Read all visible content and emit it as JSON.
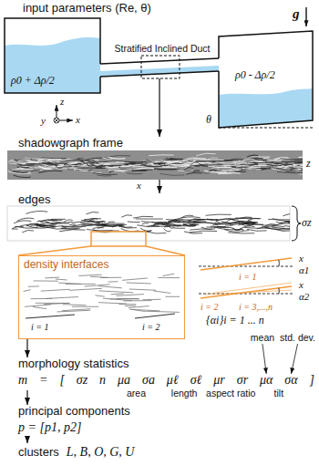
{
  "diagram": {
    "nodes": [
      {
        "text": [
          "input parameters (Re, θ)"
        ]
      },
      {
        "text": [
          "shadowgraph frame"
        ]
      },
      {
        "text": [
          "edges"
        ]
      },
      {
        "text": [
          "density interfaces"
        ]
      },
      {
        "text": [
          "morphology statistics",
          "m = [ σz n μa σa μℓ σℓ μr σr μα σα ]"
        ]
      },
      {
        "text": [
          "principal components",
          "p = [p1, p2]"
        ]
      },
      {
        "text": [
          "clusters",
          "L, B, O, G, U"
        ]
      }
    ],
    "edges": [
      {
        "from": 0,
        "to": 1,
        "arrow": "to"
      },
      {
        "from": 1,
        "to": 2,
        "arrow": "to"
      },
      {
        "from": 2,
        "to": 3,
        "arrow": "none"
      },
      {
        "from": 3,
        "to": 4,
        "arrow": "to"
      },
      {
        "from": 4,
        "to": 5,
        "arrow": "to"
      },
      {
        "from": 5,
        "to": 6,
        "arrow": "to"
      }
    ],
    "labels": [
      "Stratified Inclined Duct",
      "g",
      "ρ0 + Δρ/2",
      "ρ0 - Δρ/2",
      "θ",
      "z",
      "x",
      "y",
      "z",
      "x",
      "σz",
      "i = 1",
      "i = 2",
      "x",
      "α1",
      "i = 1",
      "x",
      "α2",
      "i = 2",
      "i = 3,...,n",
      "{αi}i = 1 ... n",
      "mean",
      "std. dev.",
      "area",
      "length",
      "aspect ratio",
      "tilt"
    ]
  }
}
